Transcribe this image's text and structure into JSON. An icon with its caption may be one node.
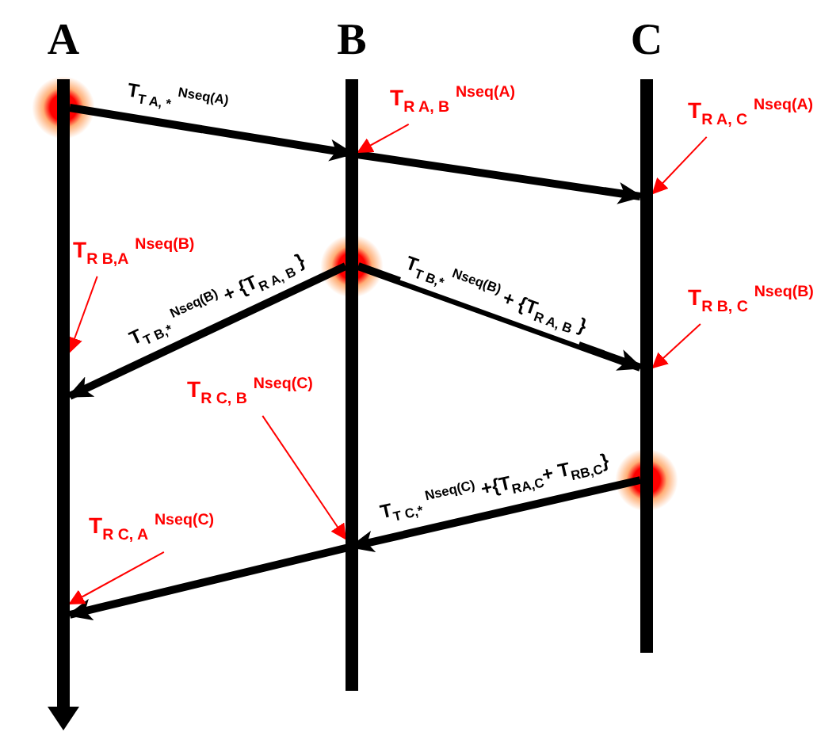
{
  "diagram": {
    "nodes": [
      {
        "text": [
          "A"
        ]
      },
      {
        "text": [
          "B"
        ]
      },
      {
        "text": [
          "C"
        ]
      },
      {
        "text": [
          "T$_{R A, B}$ $^{Nseq(A)}$"
        ]
      },
      {
        "text": [
          "T$_{R A, C}$ $^{Nseq(A)}$"
        ]
      },
      {
        "text": [
          "T$_{R B,A}$ $^{Nseq(B)}$"
        ]
      },
      {
        "text": [
          "T$_{R B, C}$ $^{Nseq(B)}$"
        ]
      },
      {
        "text": [
          "T$_{R C, B}$ $^{Nseq(C)}$"
        ]
      },
      {
        "text": [
          "T$_{R C, A}$ $^{Nseq(C)}$"
        ]
      }
    ],
    "edges": [
      {
        "from": 0,
        "to": 2,
        "arrow": "to",
        "label": "T$_{T A, *}$ $^{Nseq(A)}$",
        "style": "thick",
        "color": "#000000"
      },
      {
        "from": 1,
        "to": 0,
        "arrow": "to",
        "label": "T$_{T B,*}$ $^{Nseq(B)}$ + {T$_{R A, B}$ }",
        "style": "thick",
        "color": "#000000"
      },
      {
        "from": 1,
        "to": 2,
        "arrow": "to",
        "label": "T$_{T B,*}$ $^{Nseq(B)}$ + {T$_{R A, B}$ }",
        "style": "thick",
        "color": "#000000"
      },
      {
        "from": 2,
        "to": 0,
        "arrow": "to",
        "label": "T$_{T C,*}$ $^{Nseq(C)}$ +{T$_{RA,C}$+ T$_{RB,C}$}",
        "style": "thick",
        "color": "#000000"
      },
      {
        "from": 3,
        "to": 1,
        "arrow": "to"
      },
      {
        "from": 4,
        "to": 2,
        "arrow": "to"
      },
      {
        "from": 5,
        "to": 0,
        "arrow": "to"
      },
      {
        "from": 6,
        "to": 2,
        "arrow": "to"
      },
      {
        "from": 7,
        "to": 1,
        "arrow": "to"
      },
      {
        "from": 8,
        "to": 0,
        "arrow": "to"
      }
    ]
  }
}
